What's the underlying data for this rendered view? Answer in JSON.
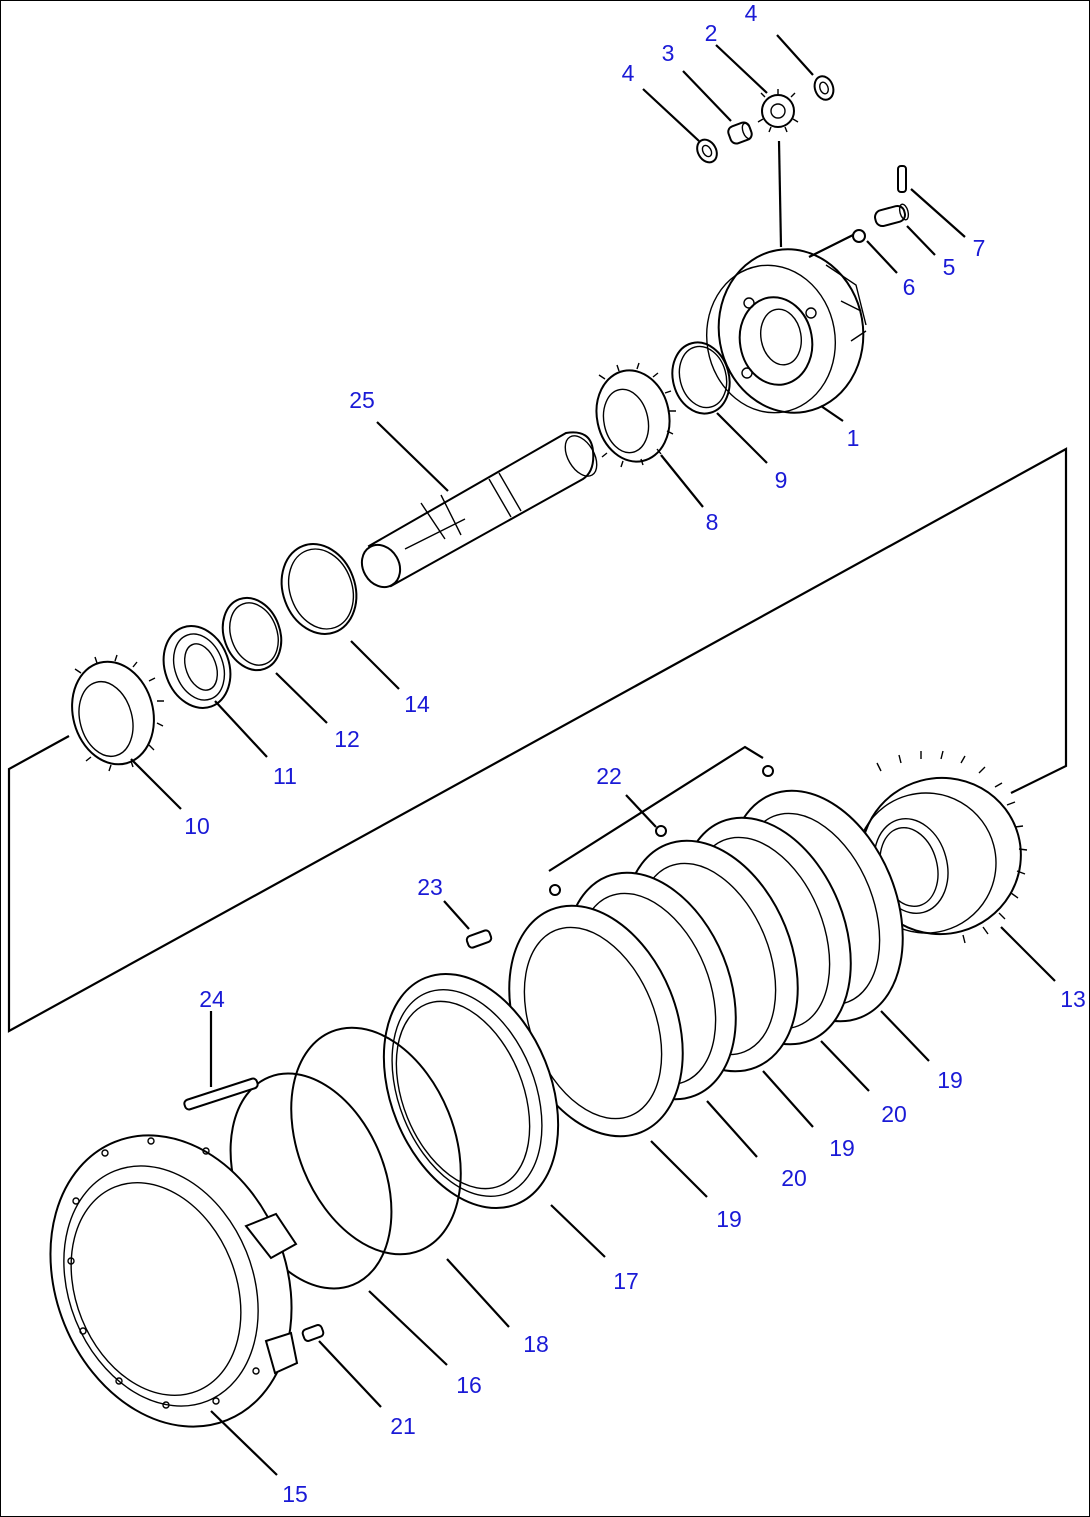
{
  "callouts": [
    {
      "id": "c1",
      "label": "1"
    },
    {
      "id": "c2",
      "label": "2"
    },
    {
      "id": "c3",
      "label": "3"
    },
    {
      "id": "c4a",
      "label": "4"
    },
    {
      "id": "c4b",
      "label": "4"
    },
    {
      "id": "c5",
      "label": "5"
    },
    {
      "id": "c6",
      "label": "6"
    },
    {
      "id": "c7",
      "label": "7"
    },
    {
      "id": "c8",
      "label": "8"
    },
    {
      "id": "c9",
      "label": "9"
    },
    {
      "id": "c10",
      "label": "10"
    },
    {
      "id": "c11",
      "label": "11"
    },
    {
      "id": "c12",
      "label": "12"
    },
    {
      "id": "c13",
      "label": "13"
    },
    {
      "id": "c14",
      "label": "14"
    },
    {
      "id": "c15",
      "label": "15"
    },
    {
      "id": "c16",
      "label": "16"
    },
    {
      "id": "c17",
      "label": "17"
    },
    {
      "id": "c18",
      "label": "18"
    },
    {
      "id": "c19a",
      "label": "19"
    },
    {
      "id": "c19b",
      "label": "19"
    },
    {
      "id": "c19c",
      "label": "19"
    },
    {
      "id": "c20a",
      "label": "20"
    },
    {
      "id": "c20b",
      "label": "20"
    },
    {
      "id": "c21",
      "label": "21"
    },
    {
      "id": "c22",
      "label": "22"
    },
    {
      "id": "c23",
      "label": "23"
    },
    {
      "id": "c24",
      "label": "24"
    },
    {
      "id": "c25",
      "label": "25"
    }
  ],
  "colors": {
    "callout": "#1a1ad6",
    "line": "#000000",
    "background": "#ffffff"
  }
}
